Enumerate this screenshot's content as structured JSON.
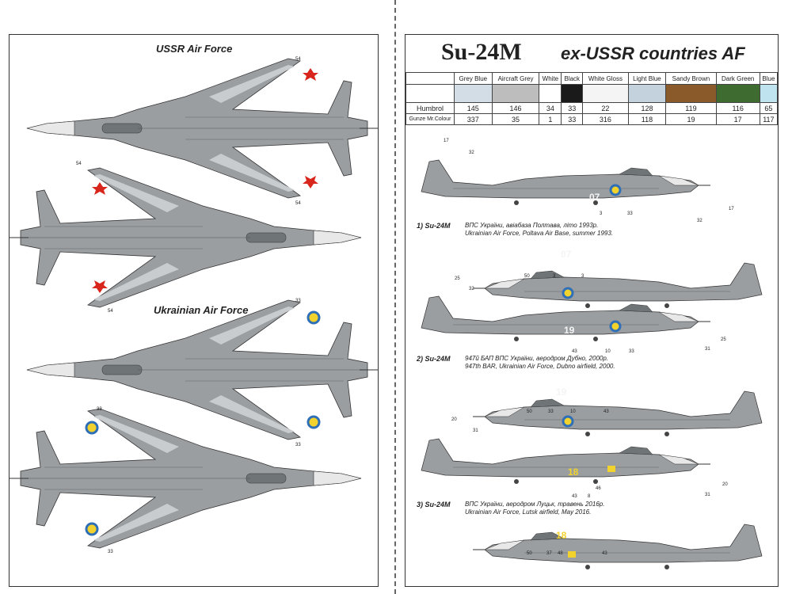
{
  "left": {
    "section1_title": "USSR Air Force",
    "section2_title": "Ukrainian Air Force",
    "callouts": [
      "54",
      "54",
      "54",
      "54",
      "33",
      "33",
      "33",
      "33"
    ]
  },
  "right": {
    "title": "Su-24M",
    "subtitle": "ex-USSR countries AF",
    "paint_table": {
      "colors": [
        {
          "name": "Grey Blue",
          "hex": "#d3dde6",
          "humbrol": "145",
          "gunze": "337"
        },
        {
          "name": "Aircraft Grey",
          "hex": "#bdbdbd",
          "humbrol": "146",
          "gunze": "35"
        },
        {
          "name": "White",
          "hex": "#ffffff",
          "humbrol": "34",
          "gunze": "1"
        },
        {
          "name": "Black",
          "hex": "#1a1a1a",
          "humbrol": "33",
          "gunze": "33"
        },
        {
          "name": "White Gloss",
          "hex": "#f4f4f4",
          "humbrol": "22",
          "gunze": "316"
        },
        {
          "name": "Light Blue",
          "hex": "#c4d2de",
          "humbrol": "128",
          "gunze": "118"
        },
        {
          "name": "Sandy Brown",
          "hex": "#8a5a2b",
          "humbrol": "119",
          "gunze": "19"
        },
        {
          "name": "Dark Green",
          "hex": "#3e6b2f",
          "humbrol": "116",
          "gunze": "17"
        },
        {
          "name": "Blue",
          "hex": "#bfe4ef",
          "humbrol": "65",
          "gunze": "117"
        }
      ],
      "row_label_humbrol": "Humbrol",
      "row_label_gunze": "Gunze Mr.Colour"
    },
    "profiles": [
      {
        "num": "1) Su-24M",
        "line1": "ВПС України, авіабаза Полтава, літо 1993р.",
        "line2": "Ukrainian Air Force, Poltava Air Base, summer 1993.",
        "codes": [
          "17",
          "32",
          "3",
          "33",
          "17",
          "32",
          "50",
          "3",
          "3"
        ],
        "board": "07"
      },
      {
        "num": "2) Su-24M",
        "line1": "947й БАП ВПС України, аеродром Дубно, 2000р.",
        "line2": "947th BAR, Ukrainian Air Force, Dubno airfield, 2000.",
        "codes": [
          "25",
          "32",
          "43",
          "10",
          "33",
          "31",
          "25",
          "50",
          "33",
          "10",
          "43"
        ],
        "board": "19"
      },
      {
        "num": "3) Su-24M",
        "line1": "ВПС України, аеродром Луцьк, травень 2016р.",
        "line2": "Ukrainian Air Force, Lutsk airfield, May 2016.",
        "codes": [
          "20",
          "31",
          "43",
          "8",
          "46",
          "31",
          "20",
          "50",
          "37",
          "48",
          "43"
        ],
        "board": "18"
      }
    ]
  },
  "colors": {
    "aircraft": "#9a9ea1",
    "aircraft_dark": "#6f7477",
    "aircraft_light": "#c9ccce",
    "radome": "#e8e8e8",
    "ua_blue": "#2f6fb8",
    "ua_yellow": "#f2d22c",
    "ussr_red": "#d8261c"
  }
}
